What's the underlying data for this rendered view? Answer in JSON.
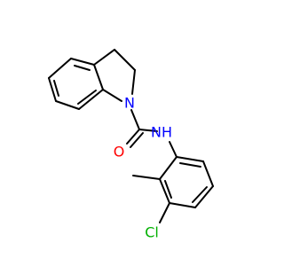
{
  "structure": {
    "atoms": {
      "nitrogen_ring": "N",
      "amide_oxygen": "O",
      "amide_nh": "NH",
      "chlorine": "Cl"
    },
    "colors": {
      "nitrogen": "#0000ff",
      "oxygen": "#ff0000",
      "chlorine": "#00b000",
      "bond": "#000000"
    }
  }
}
